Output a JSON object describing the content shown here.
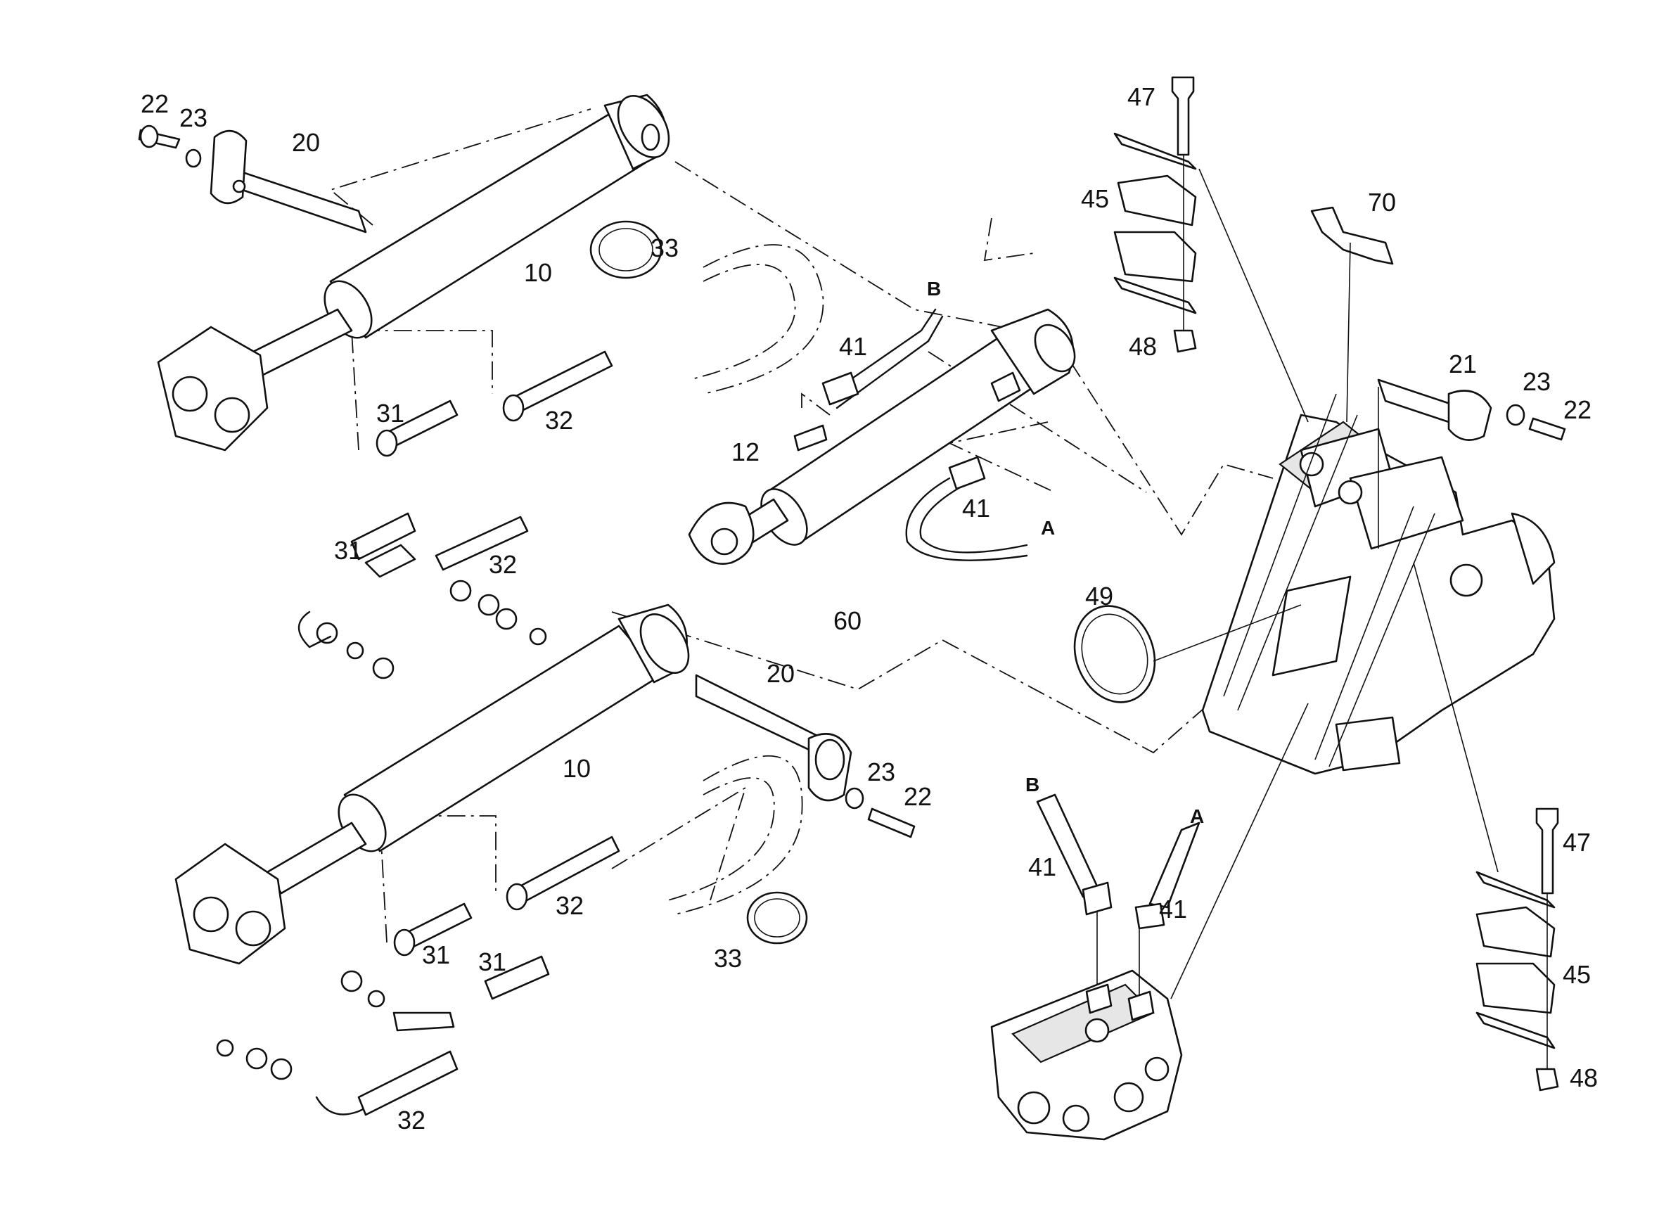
{
  "callouts": {
    "c22_a": "22",
    "c23_a": "23",
    "c20_a": "20",
    "c33_a": "33",
    "c10_a": "10",
    "c31_a": "31",
    "c32_a": "32",
    "c31_b": "31",
    "c32_b": "32",
    "c12": "12",
    "c41_a": "41",
    "c41_b": "41",
    "c60": "60",
    "c20_b": "20",
    "c10_b": "10",
    "c23_b": "23",
    "c22_b": "22",
    "c31_c": "31",
    "c32_c": "32",
    "c31_d": "31",
    "c32_d": "32",
    "c33_b": "33",
    "c41_c": "41",
    "c41_d": "41",
    "c47_a": "47",
    "c45_a": "45",
    "c48_a": "48",
    "c70": "70",
    "c21": "21",
    "c23_c": "23",
    "c22_c": "22",
    "c49": "49",
    "c47_b": "47",
    "c45_b": "45",
    "c48_b": "48"
  },
  "ports": {
    "b_top": "B",
    "a_mid": "A",
    "b_valve": "B",
    "a_valve": "A"
  }
}
